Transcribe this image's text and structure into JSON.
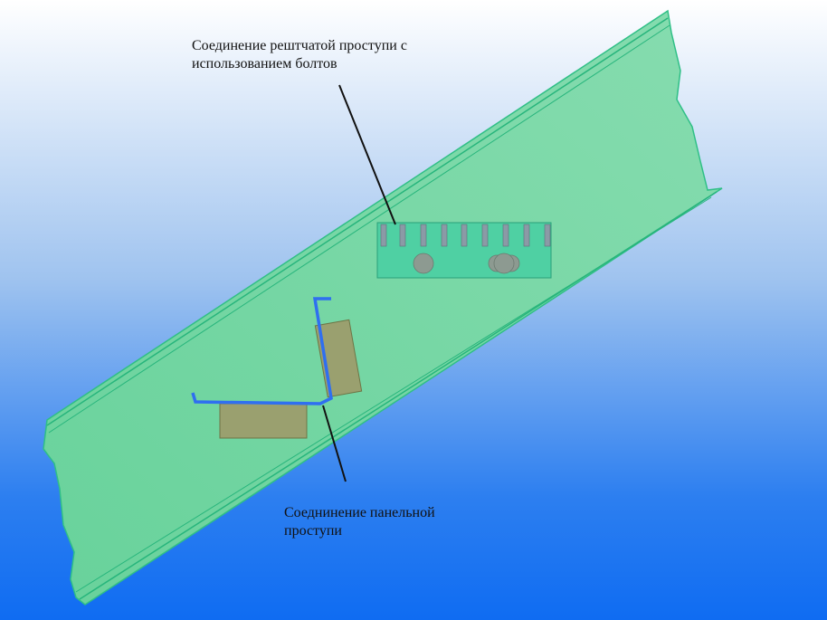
{
  "labels": {
    "bolted_connection": {
      "line1": "Соединение рештчатой проступи с",
      "line2": "использованием болтов"
    },
    "panel_connection": {
      "line1": "Соеднинение панельной",
      "line2": "проступи"
    }
  },
  "colors": {
    "stringer_fill": "#7dd9a8",
    "stringer_edge": "#2fbf86",
    "plate_fill": "#4fd0a3",
    "slot_fill": "#8b9aa6",
    "bolt_fill": "#8d9a91",
    "profile_blue": "#2f6ff0",
    "block_fill": "#9aa06f",
    "leader_line": "#111111"
  }
}
